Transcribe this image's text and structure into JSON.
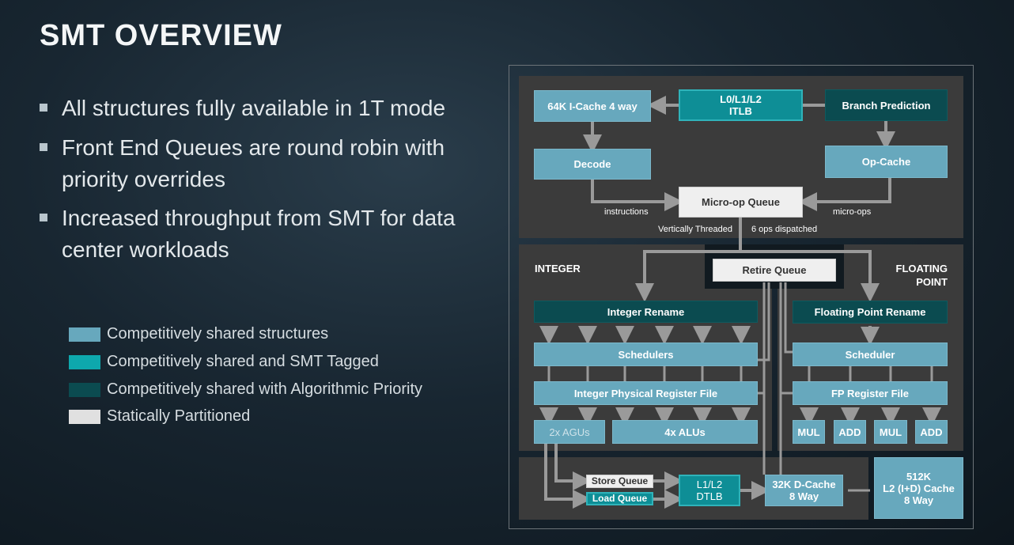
{
  "title": "SMT OVERVIEW",
  "bullets": [
    "All structures fully available in 1T mode",
    "Front End Queues are round robin with priority overrides",
    "Increased throughput from SMT for data center workloads"
  ],
  "legend": [
    {
      "label": "Competitively shared structures",
      "color": "#67a8bd"
    },
    {
      "label": "Competitively shared and SMT Tagged",
      "color": "#0ea8ad"
    },
    {
      "label": "Competitively shared with Algorithmic Priority",
      "color": "#0b4b50"
    },
    {
      "label": "Statically Partitioned",
      "color": "#e0e0e0"
    }
  ],
  "diagram": {
    "icache": "64K I-Cache 4 way",
    "itlb": [
      "L0/L1/L2",
      "ITLB"
    ],
    "branch": "Branch Prediction",
    "decode": "Decode",
    "opcache": "Op-Cache",
    "uopq": "Micro-op Queue",
    "instructions": "instructions",
    "microops": "micro-ops",
    "vthreaded": "Vertically Threaded",
    "dispatched": "6 ops dispatched",
    "integer": "INTEGER",
    "floating": [
      "FLOATING",
      "POINT"
    ],
    "retire": "Retire Queue",
    "int_rename": "Integer Rename",
    "fp_rename": "Floating Point Rename",
    "schedulers": "Schedulers",
    "scheduler": "Scheduler",
    "int_prf": "Integer Physical Register File",
    "fp_rf": "FP Register File",
    "agus": "2x AGUs",
    "alus": "4x ALUs",
    "fp_units": [
      "MUL",
      "ADD",
      "MUL",
      "ADD"
    ],
    "storeq": "Store Queue",
    "loadq": "Load Queue",
    "dtlb": [
      "L1/L2",
      "DTLB"
    ],
    "dcache": [
      "32K D-Cache",
      "8 Way"
    ],
    "l2": [
      "512K",
      "L2 (I+D) Cache",
      "8 Way"
    ]
  }
}
